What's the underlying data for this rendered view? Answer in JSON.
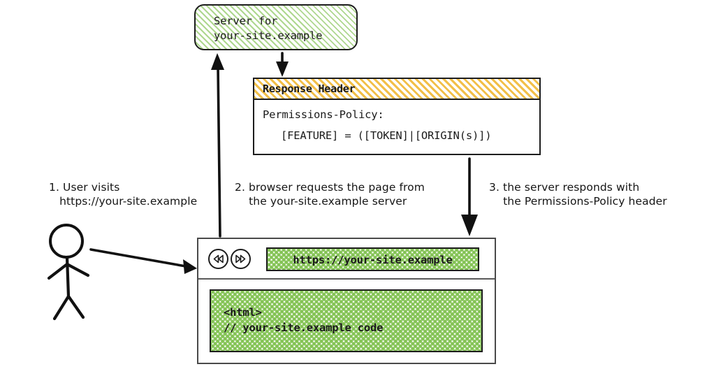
{
  "diagram": {
    "title_context": "Permissions-Policy response header flow",
    "server": {
      "label_line_1": "Server for",
      "label_line_2": "your-site.example",
      "fill": "#7cbf4a",
      "border": "#1d1d1d"
    },
    "response_header": {
      "title": "Response Header",
      "title_fill": "#f0b428",
      "line_1": "Permissions-Policy:",
      "line_2": "[FEATURE] = ([TOKEN]|[ORIGIN(s)])"
    },
    "browser": {
      "back_icon": "rewind-icon",
      "forward_icon": "fast-forward-icon",
      "url_value": "https://your-site.example",
      "code_line_1": "<html>",
      "code_line_2": "// your-site.example code",
      "fill": "#7cbf4a"
    },
    "actor": {
      "icon": "stick-figure-icon"
    },
    "captions": [
      {
        "line_1": "1. User visits",
        "line_2": "   https://your-site.example"
      },
      {
        "line_1": "2. browser requests the page from",
        "line_2": "    the your-site.example server"
      },
      {
        "line_1": "3. the server responds with",
        "line_2": "    the Permissions-Policy header"
      }
    ],
    "arrows": [
      {
        "name": "arrow-user-to-browser",
        "direction": "right"
      },
      {
        "name": "arrow-browser-to-server",
        "direction": "up"
      },
      {
        "name": "arrow-server-to-response-header",
        "direction": "down"
      },
      {
        "name": "arrow-response-header-to-browser",
        "direction": "down"
      }
    ]
  }
}
